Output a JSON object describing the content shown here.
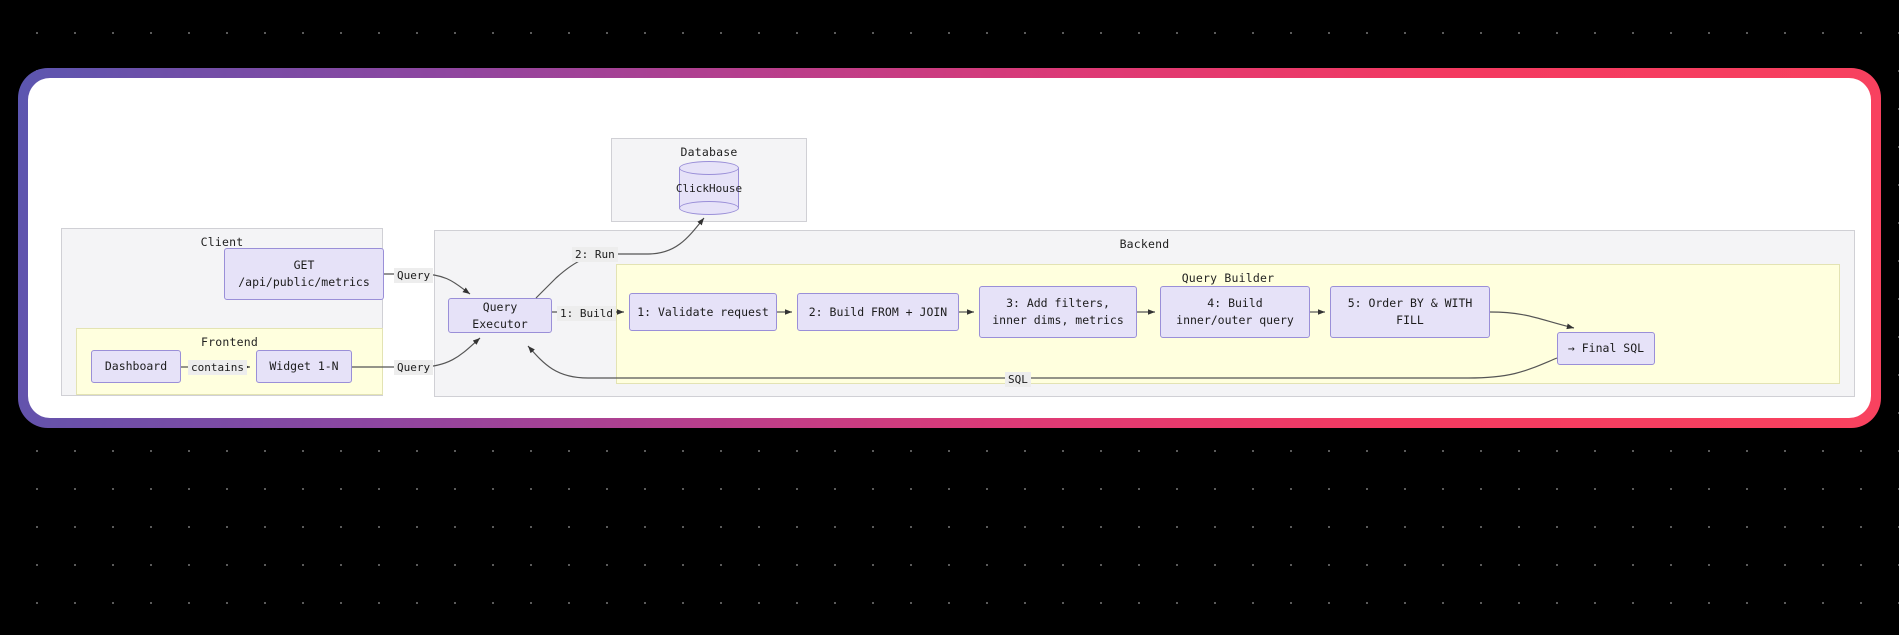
{
  "diagram": {
    "type": "architecture-flow-diagram",
    "background": {
      "color": "#000000",
      "pattern": "dot-grid"
    },
    "frame": {
      "gradient_from": "#5b56b0",
      "gradient_mid": "#b63f8d",
      "gradient_to": "#f8425f",
      "canvas_color": "#ffffff"
    },
    "containers": [
      {
        "id": "client",
        "title": "Client"
      },
      {
        "id": "frontend",
        "title": "Frontend"
      },
      {
        "id": "database",
        "title": "Database"
      },
      {
        "id": "backend",
        "title": "Backend"
      },
      {
        "id": "query_builder",
        "title": "Query Builder"
      }
    ],
    "nodes": {
      "get_endpoint": {
        "line1": "GET",
        "line2": "/api/public/metrics"
      },
      "dashboard": {
        "label": "Dashboard"
      },
      "widget": {
        "label": "Widget 1-N"
      },
      "clickhouse": {
        "label": "ClickHouse"
      },
      "query_executor": {
        "label": "Query Executor"
      },
      "step1": {
        "line1": "1: Validate request",
        "line2": ""
      },
      "step2": {
        "line1": "2: Build FROM + JOIN",
        "line2": ""
      },
      "step3": {
        "line1": "3: Add filters,",
        "line2": "inner dims, metrics"
      },
      "step4": {
        "line1": "4: Build",
        "line2": "inner/outer query"
      },
      "step5": {
        "line1": "5: Order BY & WITH",
        "line2": "FILL"
      },
      "final_sql": {
        "label": "→ Final SQL"
      }
    },
    "edge_labels": {
      "contains": "contains",
      "query_top": "Query",
      "query_bottom": "Query",
      "run": "2: Run",
      "build": "1: Build",
      "sql": "SQL"
    },
    "colors": {
      "node_fill": "#e6e2f8",
      "node_stroke": "#9a8fd8",
      "subgraph_fill": "#f4f4f6",
      "subgraph_yellow_fill": "#ffffde",
      "edge_stroke": "#555555",
      "edge_label_bg": "#ededed"
    }
  }
}
